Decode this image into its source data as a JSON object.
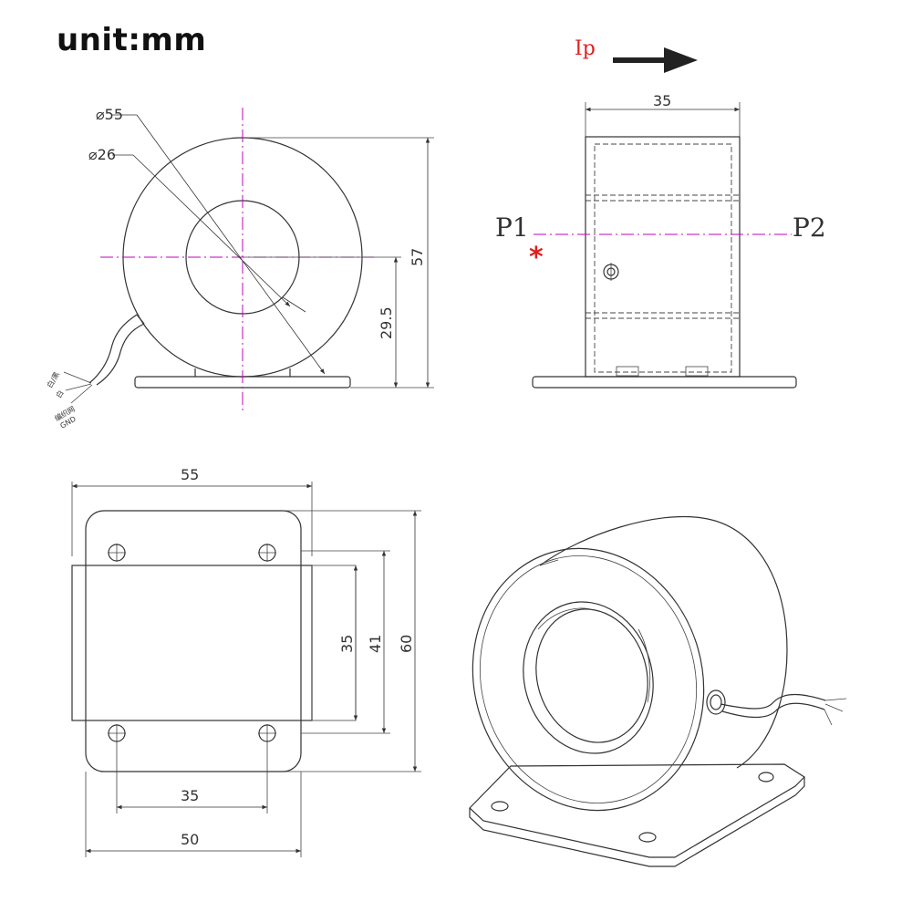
{
  "unit_label": "unit:mm",
  "current_label": "Ip",
  "front_view": {
    "outer_diameter_label": "⌀55",
    "inner_diameter_label": "⌀26",
    "height_label": "57",
    "center_height_label": "29.5",
    "wire_labels": [
      "白/黑",
      "白",
      "编织网",
      "GND"
    ]
  },
  "side_view": {
    "width_label": "35",
    "primary_start_label": "P1",
    "primary_end_label": "P2",
    "polarity_mark": "*"
  },
  "bottom_view": {
    "overall_length_label": "55",
    "body_width_label": "35",
    "body_with_wire_label": "41",
    "base_length_label": "60",
    "hole_spacing_label": "35",
    "base_width_label": "50"
  },
  "colors": {
    "line": "#333333",
    "center_line": "#c000c0",
    "accent": "#e02020"
  }
}
